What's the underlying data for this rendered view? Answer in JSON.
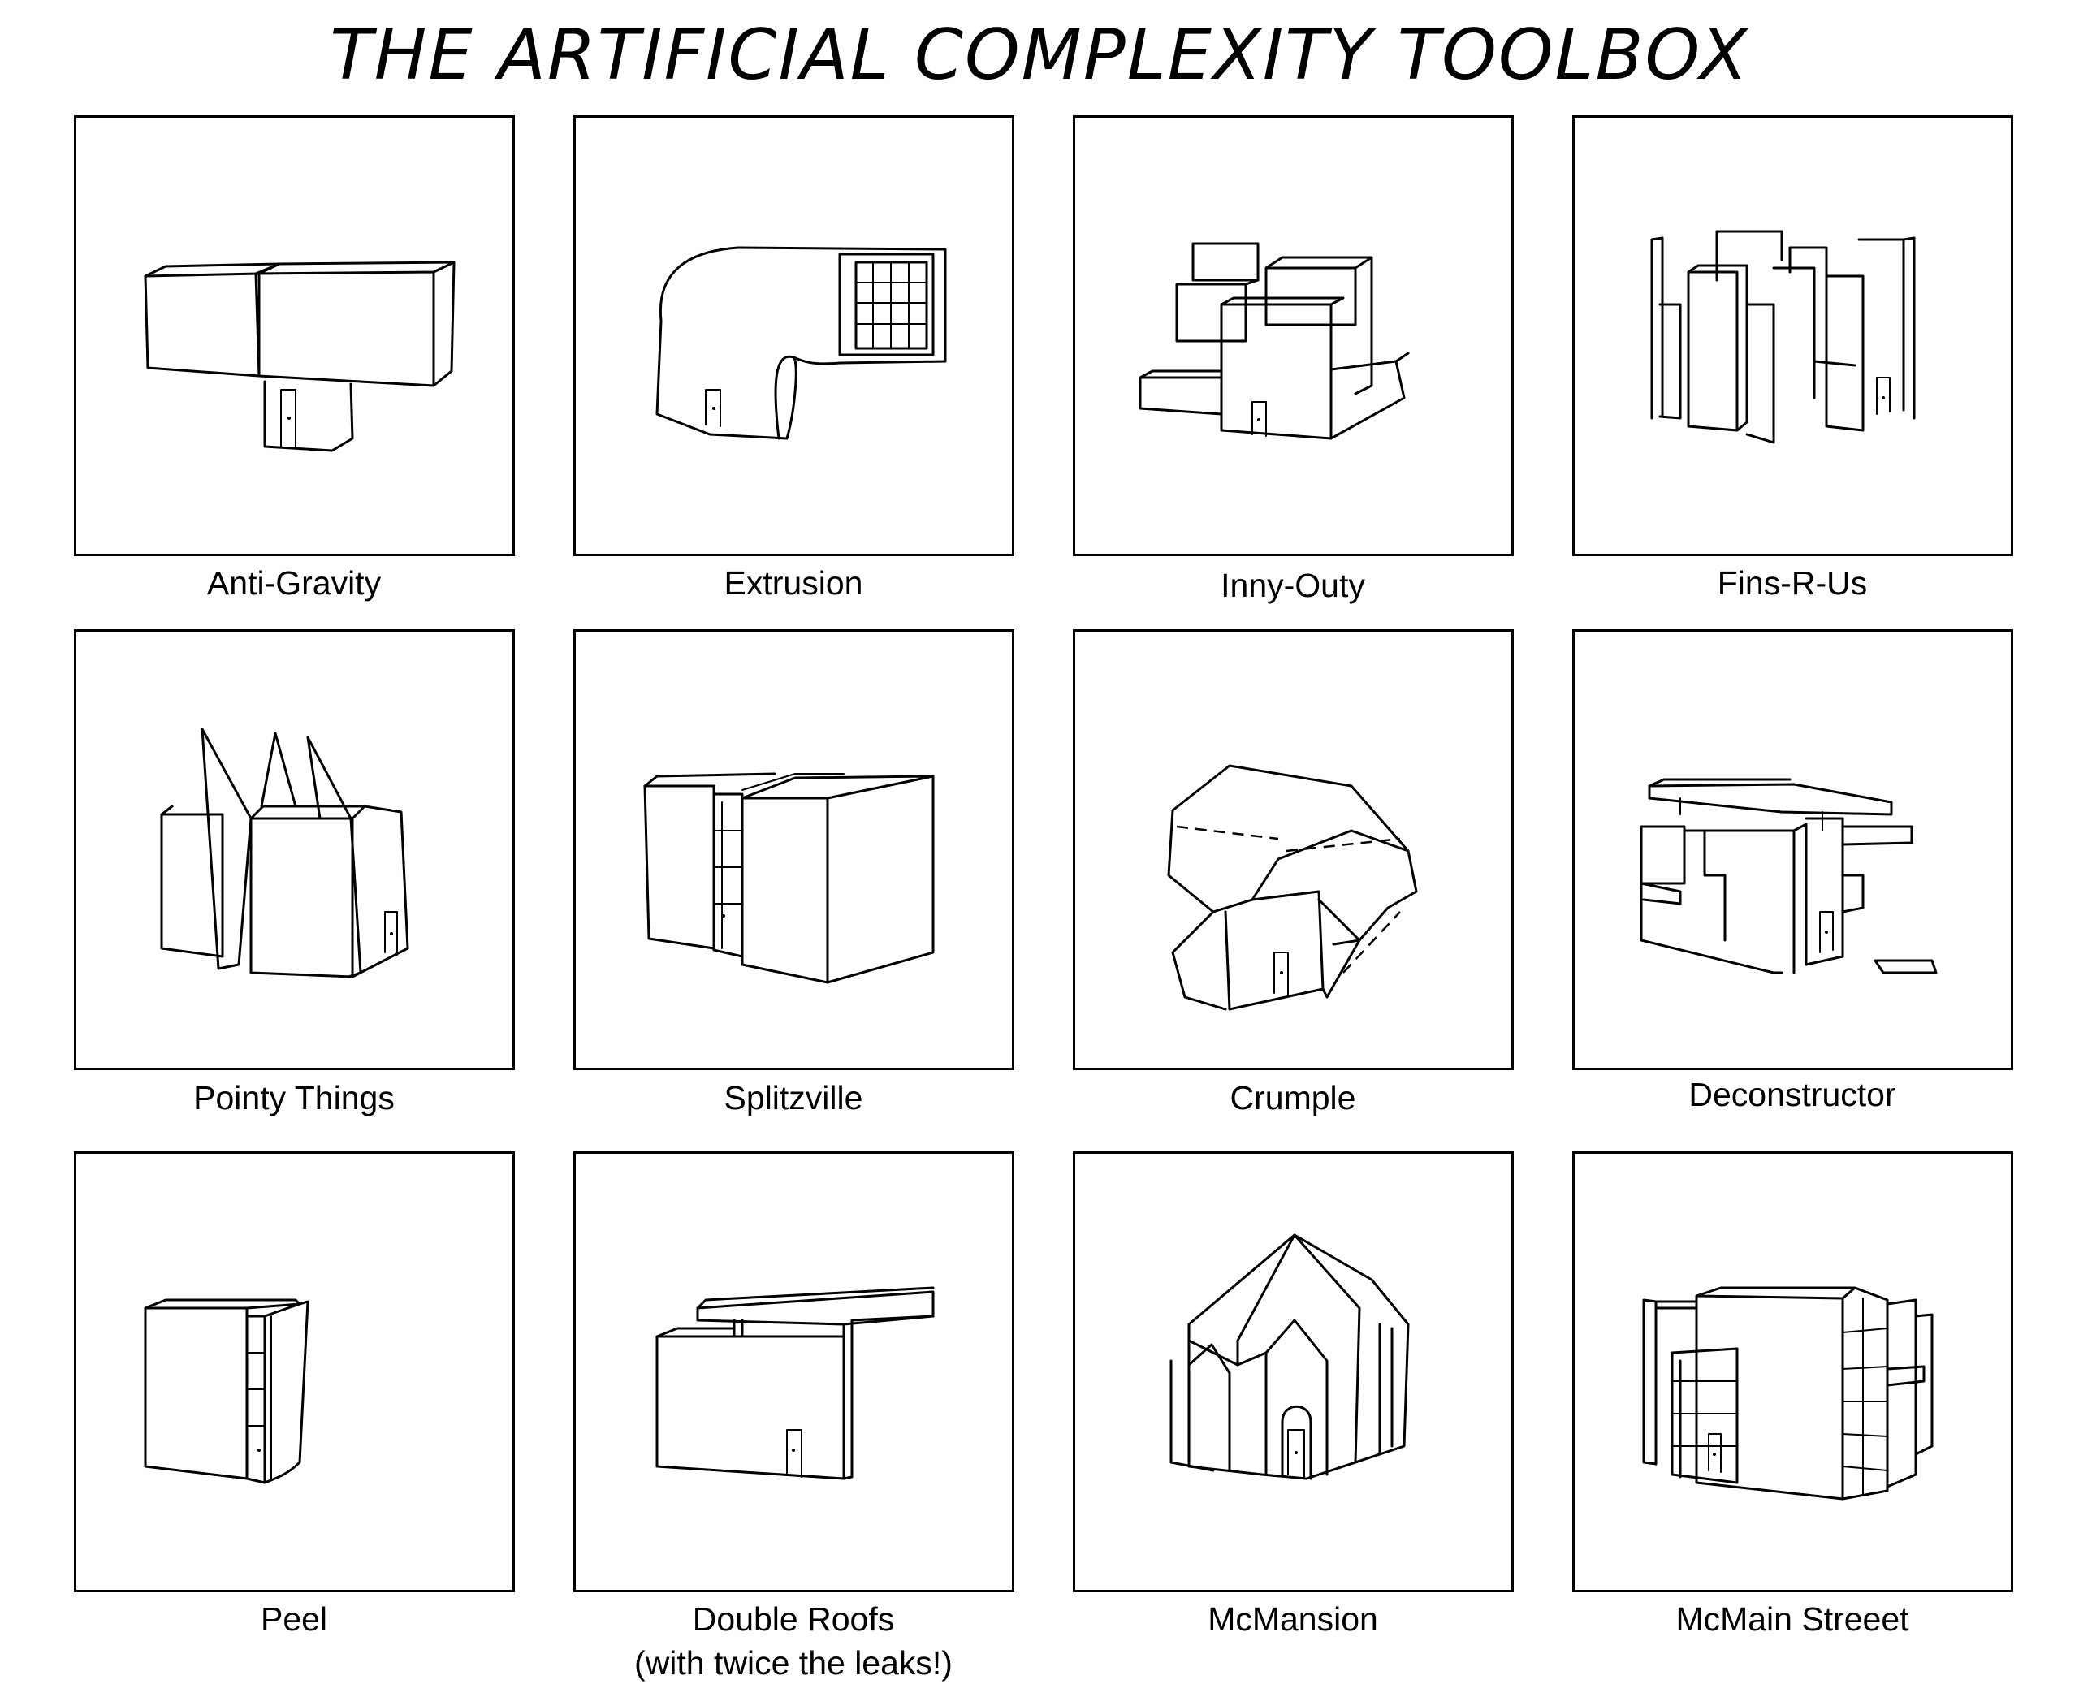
{
  "title": "THE ARTIFICIAL COMPLEXITY TOOLBOX",
  "items": [
    {
      "label": "Anti-Gravity"
    },
    {
      "label": "Extrusion"
    },
    {
      "label": "Inny-Outy"
    },
    {
      "label": "Fins-R-Us"
    },
    {
      "label": "Pointy Things"
    },
    {
      "label": "Splitzville"
    },
    {
      "label": "Crumple"
    },
    {
      "label": "Deconstructor"
    },
    {
      "label": "Peel"
    },
    {
      "label": "Double Roofs",
      "sublabel": "(with twice the leaks!)"
    },
    {
      "label": "McMansion"
    },
    {
      "label": "McMain Streeet"
    }
  ]
}
